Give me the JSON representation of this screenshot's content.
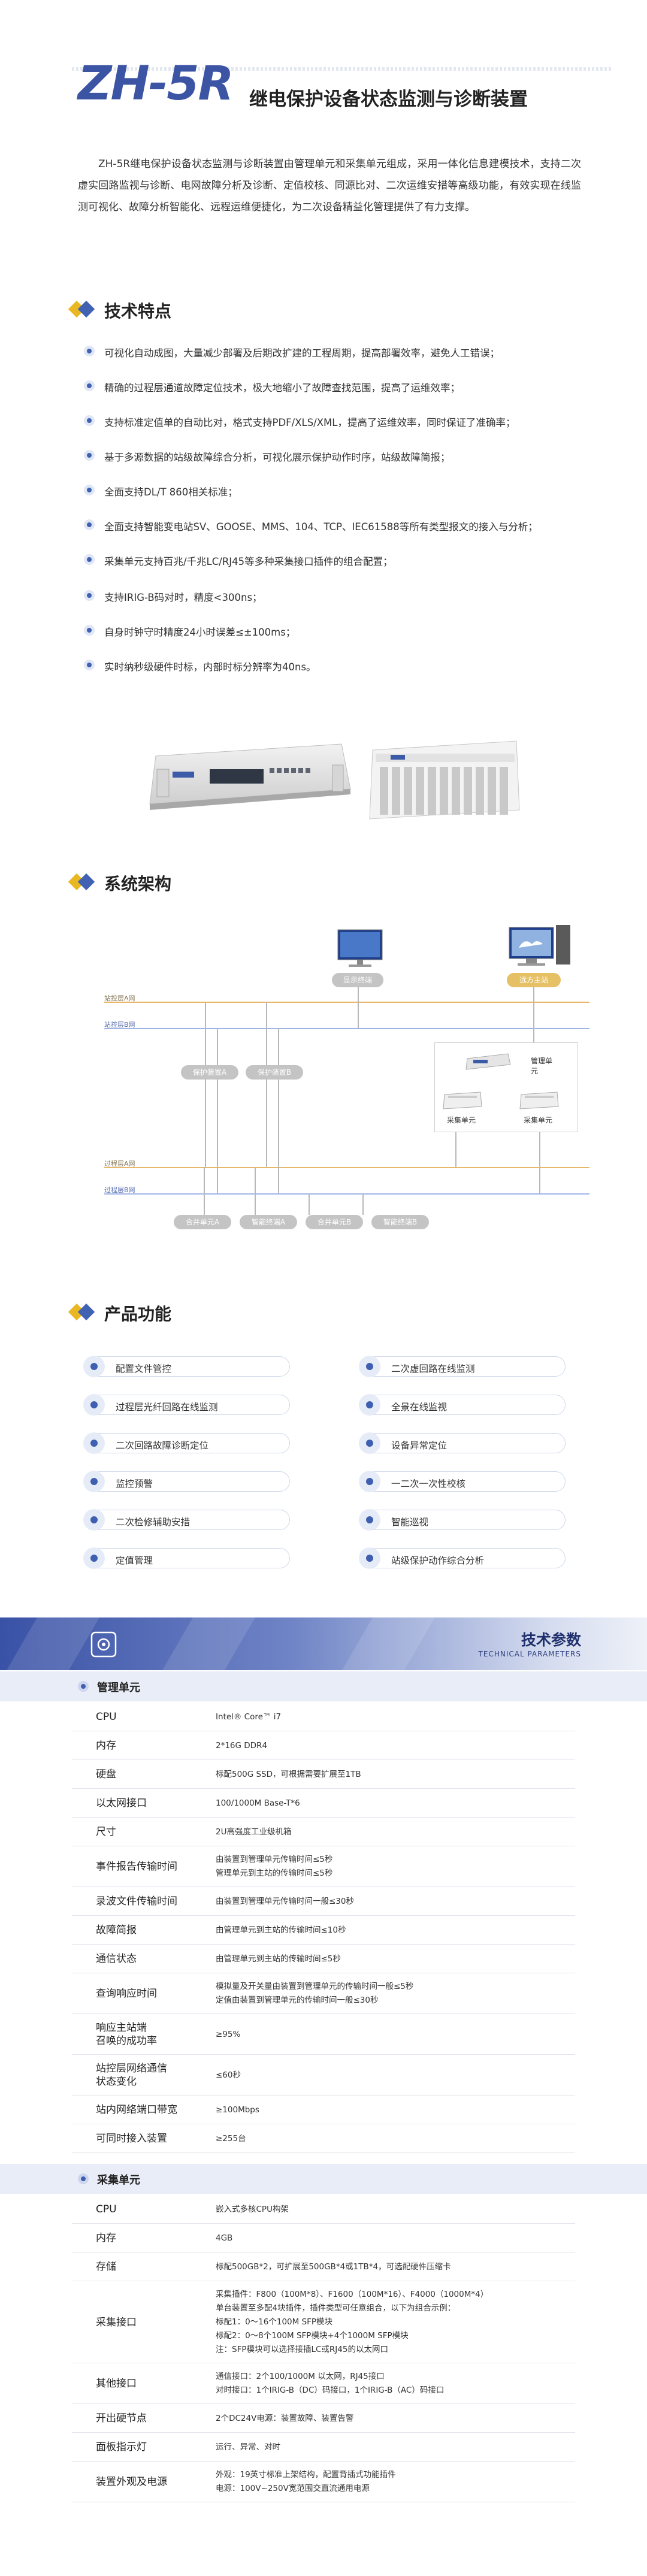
{
  "header": {
    "logo": "ZH-5R",
    "subtitle": "继电保护设备状态监测与诊断装置"
  },
  "intro": "ZH-5R继电保护设备状态监测与诊断装置由管理单元和采集单元组成，采用一体化信息建模技术，支持二次虚实回路监视与诊断、电网故障分析及诊断、定值校核、同源比对、二次运维安措等高级功能，有效实现在线监测可视化、故障分析智能化、远程运维便捷化，为二次设备精益化管理提供了有力支撑。",
  "sections": {
    "features": "技术特点",
    "architecture": "系统架构",
    "functions": "产品功能"
  },
  "features": [
    "可视化自动成图，大量减少部署及后期改扩建的工程周期，提高部署效率，避免人工错误；",
    "精确的过程层通道故障定位技术，极大地缩小了故障查找范围，提高了运维效率；",
    "支持标准定值单的自动比对，格式支持PDF/XLS/XML，提高了运维效率，同时保证了准确率；",
    "基于多源数据的站级故障综合分析，可视化展示保护动作时序，站级故障简报；",
    "全面支持DL/T 860相关标准；",
    "全面支持智能变电站SV、GOOSE、MMS、104、TCP、IEC61588等所有类型报文的接入与分析；",
    "采集单元支持百兆/千兆LC/RJ45等多种采集接口插件的组合配置；",
    "支持IRIG-B码对时，精度<300ns；",
    "自身时钟守时精度24小时误差≤±100ms；",
    "实时纳秒级硬件时标，内部时标分辨率为40ns。"
  ],
  "architecture": {
    "bus_labels": [
      "站控层A网",
      "站控层B网",
      "过程层A网",
      "过程层B网"
    ],
    "display_terminal": "显示终端",
    "remote_host": "远方主站",
    "protection_devices": [
      "保护装置A",
      "保护装置B"
    ],
    "management_unit": "管理单元",
    "collection_units": [
      "采集单元",
      "采集单元"
    ],
    "bay_devices": [
      "合并单元A",
      "智能终端A",
      "合并单元B",
      "智能终端B"
    ]
  },
  "functions": [
    "配置文件管控",
    "二次虚回路在线监测",
    "过程层光纤回路在线监测",
    "全景在线监视",
    "二次回路故障诊断定位",
    "设备异常定位",
    "监控预警",
    "一二次一次性校核",
    "二次检修辅助安措",
    "智能巡视",
    "定值管理",
    "站级保护动作综合分析"
  ],
  "tech_params": {
    "title": "技术参数",
    "subtitle": "TECHNICAL PARAMETERS",
    "management": {
      "title": "管理单元",
      "rows": [
        {
          "k": "CPU",
          "v": [
            "Intel® Core™ i7"
          ]
        },
        {
          "k": "内存",
          "v": [
            "2*16G DDR4"
          ]
        },
        {
          "k": "硬盘",
          "v": [
            "标配500G SSD，可根据需要扩展至1TB"
          ]
        },
        {
          "k": "以太网接口",
          "v": [
            "100/1000M Base-T*6"
          ]
        },
        {
          "k": "尺寸",
          "v": [
            "2U高强度工业级机箱"
          ]
        },
        {
          "k": "事件报告传输时间",
          "v": [
            "由装置到管理单元传输时间≤5秒",
            "管理单元到主站的传输时间≤5秒"
          ]
        },
        {
          "k": "录波文件传输时间",
          "v": [
            "由装置到管理单元传输时间一般≤30秒"
          ]
        },
        {
          "k": "故障简报",
          "v": [
            "由管理单元到主站的传输时间≤10秒"
          ]
        },
        {
          "k": "通信状态",
          "v": [
            "由管理单元到主站的传输时间≤5秒"
          ]
        },
        {
          "k": "查询响应时间",
          "v": [
            "模拟量及开关量由装置到管理单元的传输时间一般≤5秒",
            "定值由装置到管理单元的传输时间一般≤30秒"
          ]
        },
        {
          "k": "响应主站端\n召唤的成功率",
          "v": [
            "≥95%"
          ]
        },
        {
          "k": "站控层网络通信\n状态变化",
          "v": [
            "≤60秒"
          ]
        },
        {
          "k": "站内网络端口带宽",
          "v": [
            "≥100Mbps"
          ]
        },
        {
          "k": "可同时接入装置",
          "v": [
            "≥255台"
          ]
        }
      ]
    },
    "collection": {
      "title": "采集单元",
      "rows": [
        {
          "k": "CPU",
          "v": [
            "嵌入式多核CPU构架"
          ]
        },
        {
          "k": "内存",
          "v": [
            "4GB"
          ]
        },
        {
          "k": "存储",
          "v": [
            "标配500GB*2，可扩展至500GB*4或1TB*4，可选配硬件压缩卡"
          ]
        },
        {
          "k": "采集接口",
          "v": [
            "采集插件：F800（100M*8）、F1600（100M*16）、F4000（1000M*4）",
            "单台装置至多配4块插件，插件类型可任意组合，以下为组合示例：",
            "标配1：0～16个100M SFP模块",
            "标配2：0～8个100M SFP模块+4个1000M SFP模块",
            "注：SFP模块可以选择接插LC或RJ45的以太网口"
          ]
        },
        {
          "k": "其他接口",
          "v": [
            "通信接口：2个100/1000M 以太网，RJ45接口",
            "对时接口：1个IRIG-B（DC）码接口，1个IRIG-B（AC）码接口"
          ]
        },
        {
          "k": "开出硬节点",
          "v": [
            "2个DC24V电源：装置故障、装置告警"
          ]
        },
        {
          "k": "面板指示灯",
          "v": [
            "运行、异常、对时"
          ]
        },
        {
          "k": "装置外观及电源",
          "v": [
            "外观：19英寸标准上架结构，配置背插式功能插件",
            "电源：100V~250V宽范围交直流通用电源"
          ]
        }
      ]
    }
  },
  "colors": {
    "brand": "#3c54a4",
    "accent": "#e8b722",
    "bus_a": "#e8b76a",
    "bus_b": "#9fb4e6"
  }
}
